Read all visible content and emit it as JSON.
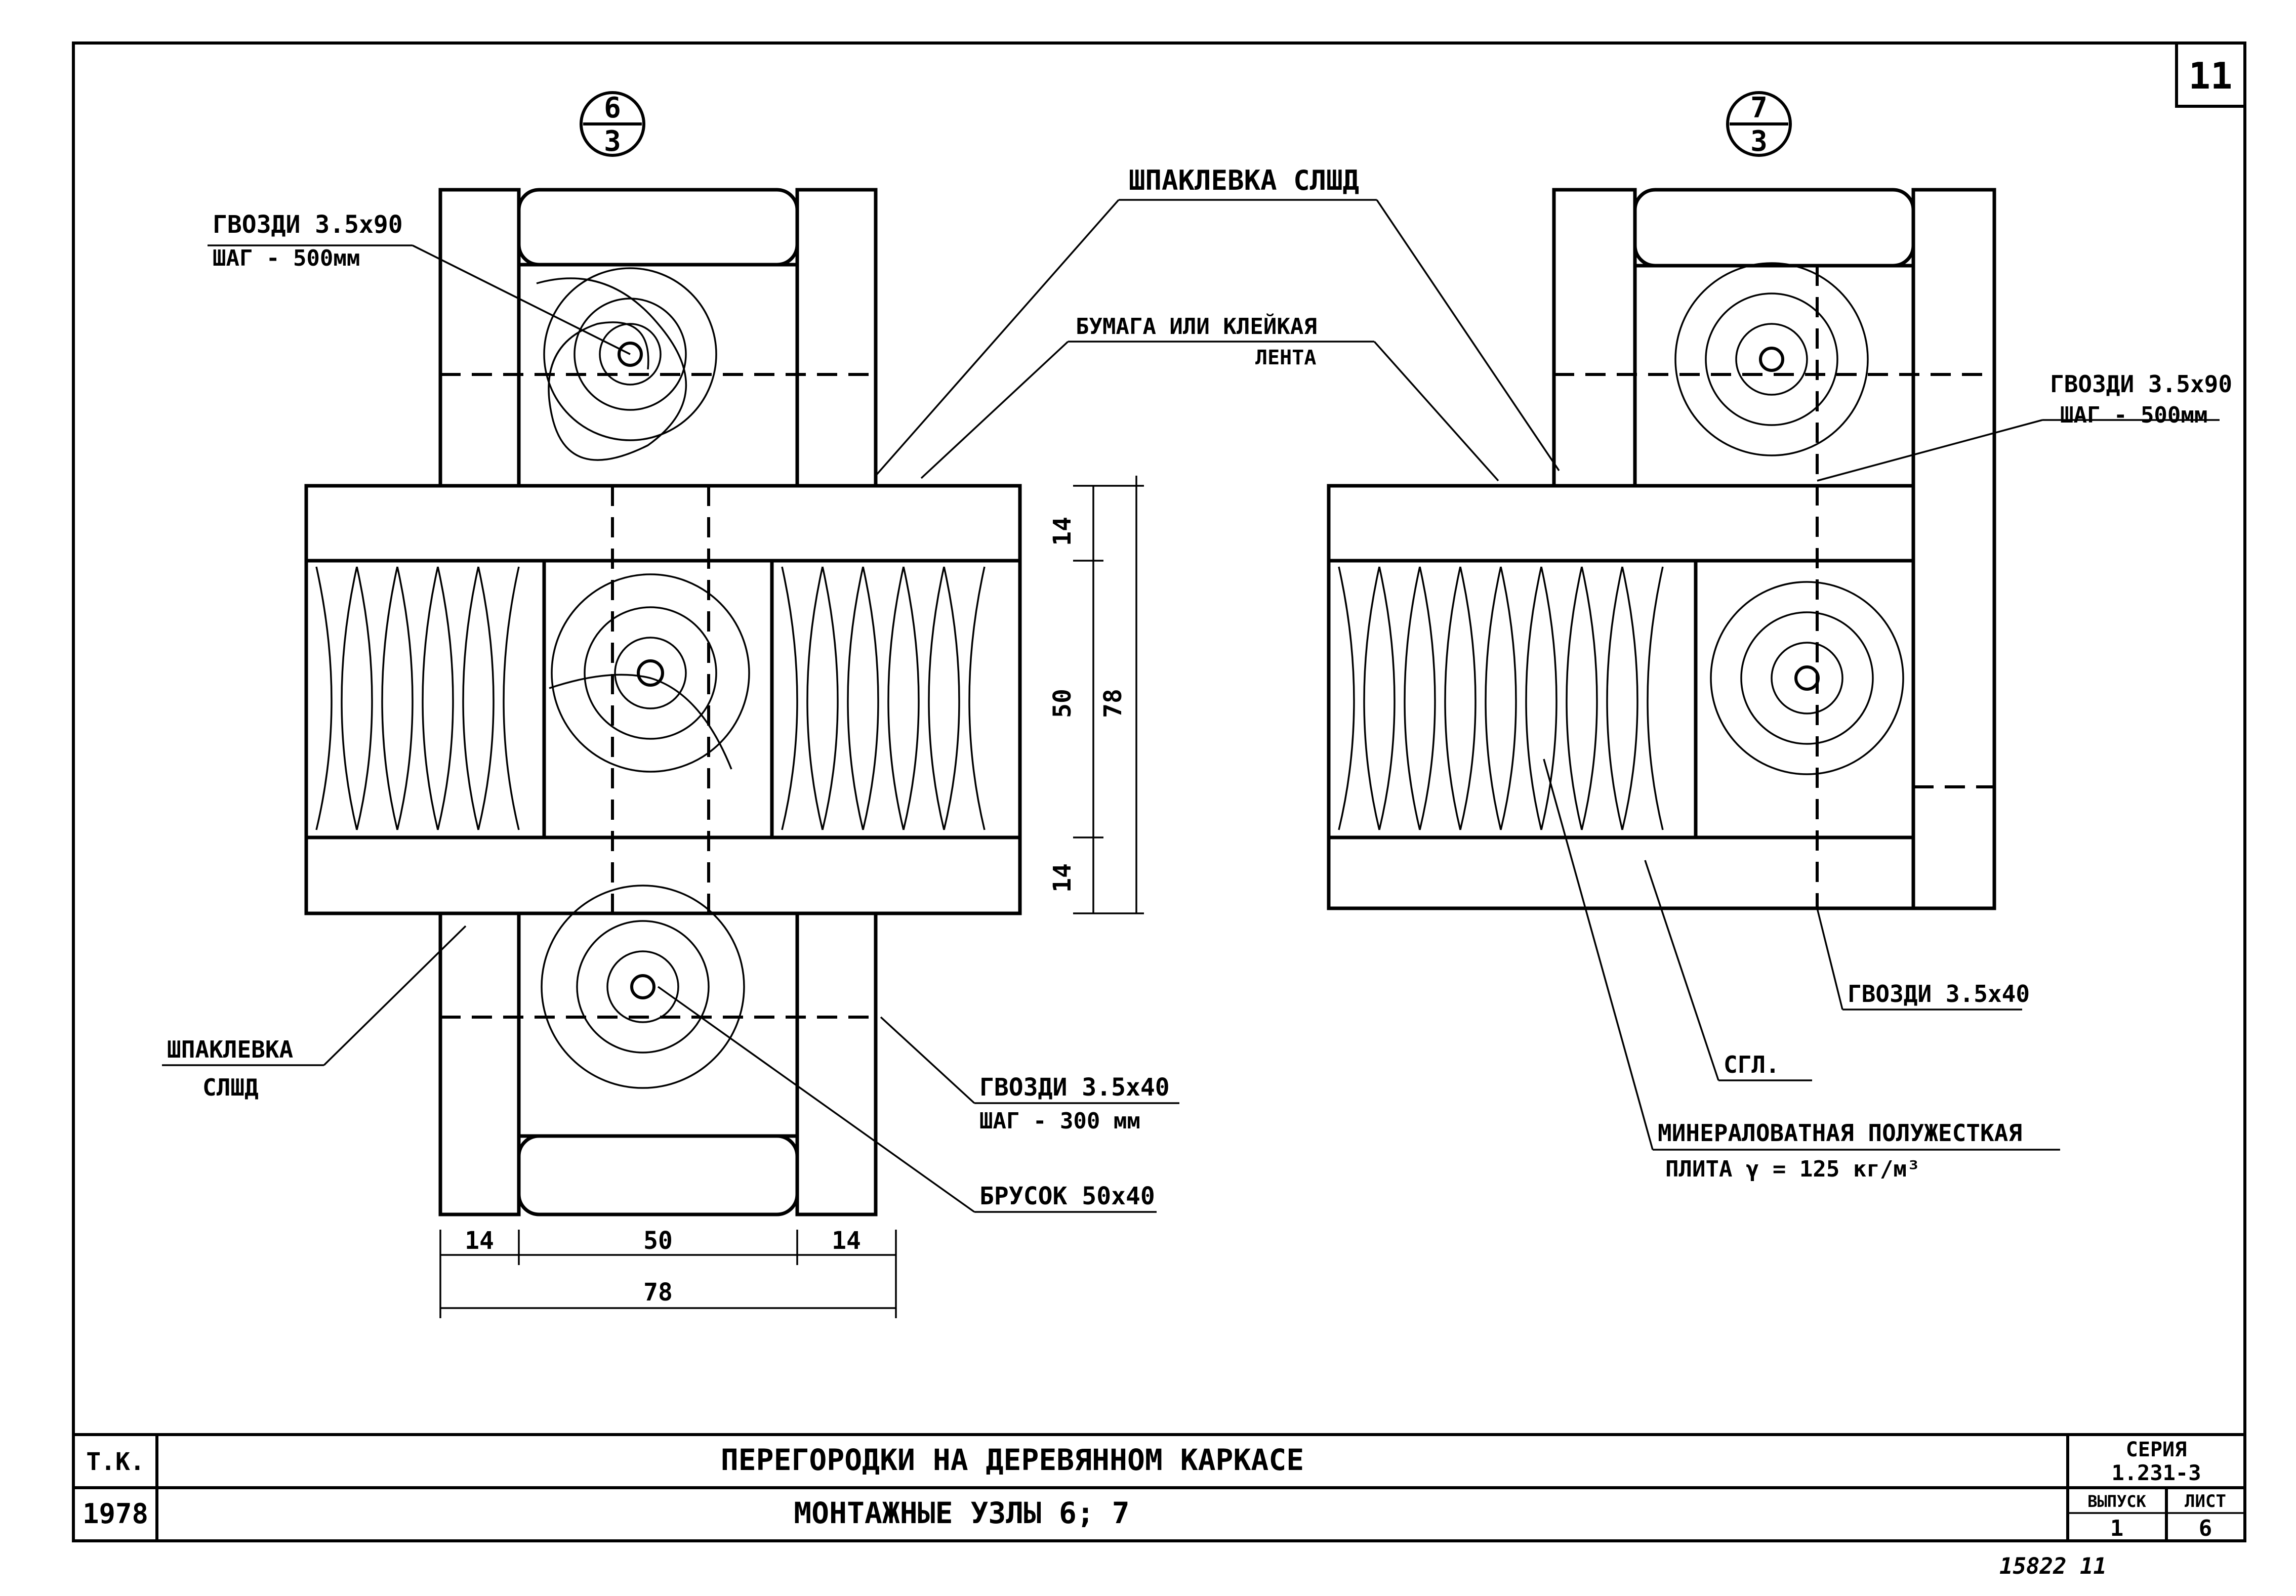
{
  "sheet_number": "11",
  "title_block": {
    "tk_label": "Т.К.",
    "year": "1978",
    "title": "ПЕРЕГОРОДКИ НА ДЕРЕВЯННОМ КАРКАСЕ",
    "subtitle": "МОНТАЖНЫЕ УЗЛЫ 6; 7",
    "series_label": "СЕРИЯ",
    "series_value": "1.231-3",
    "issue_label": "ВЫПУСК",
    "issue_value": "1",
    "sheet_label": "ЛИСТ",
    "sheet_value": "6"
  },
  "footer_code": "15822   11",
  "nodes": [
    {
      "top": "6",
      "bottom": "3"
    },
    {
      "top": "7",
      "bottom": "3"
    }
  ],
  "callouts": {
    "putty_top": "ШПАКЛЕВКА СЛШД",
    "paper_line1": "БУМАГА ИЛИ КЛЕЙКАЯ",
    "paper_line2": "ЛЕНТА",
    "nails_top_left_1": "ГВОЗДИ 3.5х90",
    "nails_top_left_2": "ШАГ - 500мм",
    "nails_right_1": "ГВОЗДИ 3.5х90",
    "nails_right_2": "ШАГ - 500мм",
    "putty_left_1": "ШПАКЛЕВКА",
    "putty_left_2": "СЛШД",
    "nails_bottom_1": "ГВОЗДИ 3.5х40",
    "nails_bottom_2": "ШАГ - 300 мм",
    "bar": "БРУСОК 50х40",
    "nails_small": "ГВОЗДИ 3.5х40",
    "gypsum": "СГЛ.",
    "wool_line1": "МИНЕРАЛОВАТНАЯ ПОЛУЖЕСТКАЯ",
    "wool_line2": "ПЛИТА γ = 125 кг/м³"
  },
  "dimensions": {
    "v_top": "14",
    "v_mid": "50",
    "v_bot": "14",
    "v_total": "78",
    "h_left": "14",
    "h_mid": "50",
    "h_right": "14",
    "h_total": "78"
  }
}
